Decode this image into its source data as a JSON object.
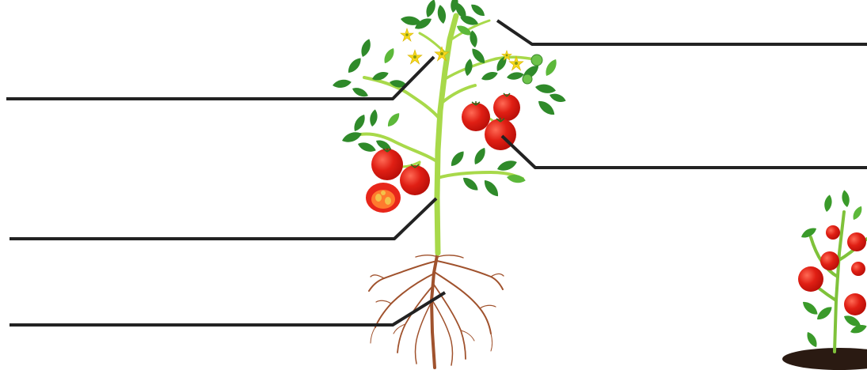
{
  "diagram": {
    "subject": "tomato-plant",
    "label_lines": [
      {
        "id": "left-line-1",
        "points_to": "leaves-and-flowers",
        "text": ""
      },
      {
        "id": "right-line-1",
        "points_to": "top-leaves",
        "text": ""
      },
      {
        "id": "right-line-2",
        "points_to": "fruit",
        "text": ""
      },
      {
        "id": "left-line-2",
        "points_to": "stem",
        "text": ""
      },
      {
        "id": "left-line-3",
        "points_to": "roots",
        "text": ""
      }
    ],
    "colors": {
      "line": "#222222",
      "stem": "#a8d94a",
      "leaf": "#2f8a2a",
      "leaf_light": "#5cb83a",
      "fruit": "#e01f14",
      "fruit_highlight": "#ff6a55",
      "flower": "#f5d81c",
      "root": "#a0522d",
      "soil": "#2a1a12"
    }
  }
}
